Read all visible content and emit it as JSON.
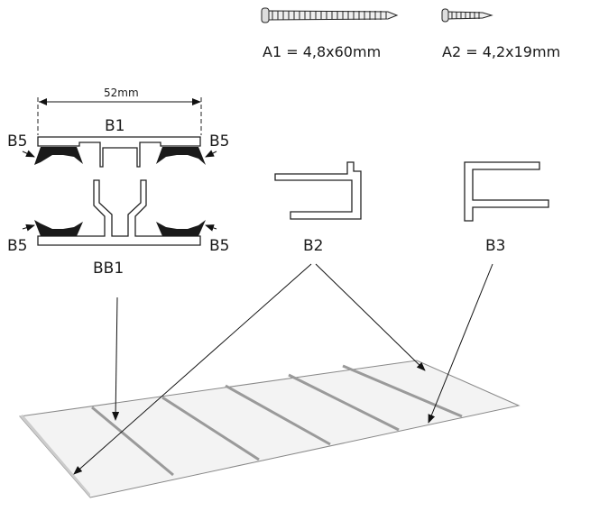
{
  "screws": [
    {
      "label": "A1 = 4,8x60mm"
    },
    {
      "label": "A2 = 4,2x19mm"
    }
  ],
  "dimension": "52mm",
  "profiles": {
    "b1": "B1",
    "bb1": "BB1",
    "b2": "B2",
    "b3": "B3",
    "b5": "B5"
  }
}
